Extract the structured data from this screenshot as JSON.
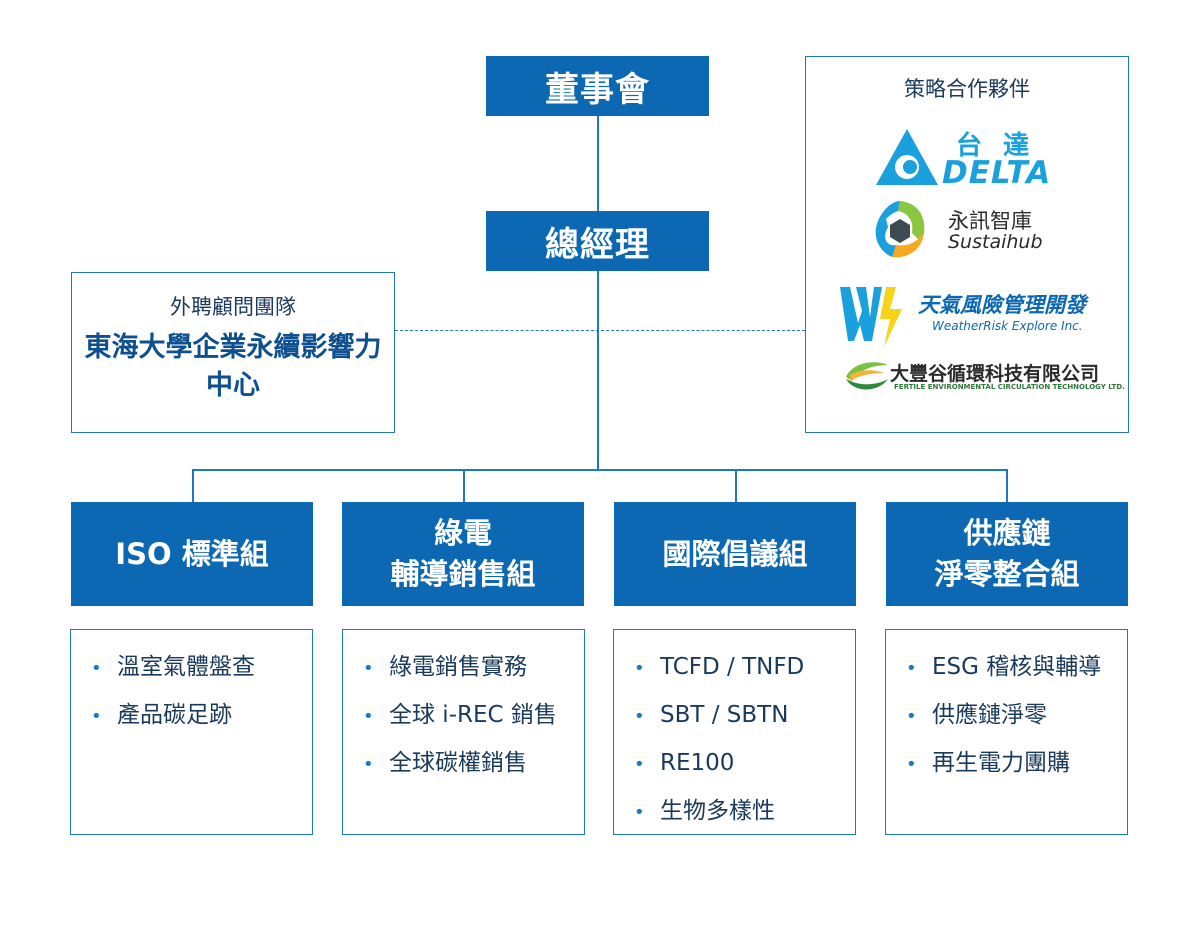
{
  "board": {
    "label": "董事會"
  },
  "gm": {
    "label": "總經理"
  },
  "consultant": {
    "label": "外聘顧問團隊",
    "name": "東海大學企業永續影響力中心"
  },
  "partners": {
    "label": "策略合作夥伴",
    "delta": {
      "zh": "台 達",
      "en": "DELTA"
    },
    "sustaihub": {
      "zh": "永訊智庫",
      "en": "Sustaihub"
    },
    "weatherrisk": {
      "zh": "天氣風險管理開發",
      "en": "WeatherRisk Explore Inc."
    },
    "fertile": {
      "zh": "大豐谷循環科技有限公司",
      "en": "FERTILE ENVIRONMENTAL CIRCULATION TECHNOLOGY LTD."
    }
  },
  "groups": [
    {
      "title_lines": [
        "ISO 標準組"
      ],
      "items": [
        "溫室氣體盤查",
        "產品碳足跡"
      ]
    },
    {
      "title_lines": [
        "綠電",
        "輔導銷售組"
      ],
      "items": [
        "綠電銷售實務",
        "全球 i-REC 銷售",
        "全球碳權銷售"
      ]
    },
    {
      "title_lines": [
        "國際倡議組"
      ],
      "items": [
        "TCFD / TNFD",
        "SBT / SBTN",
        "RE100",
        "生物多樣性"
      ]
    },
    {
      "title_lines": [
        "供應鏈",
        "淨零整合組"
      ],
      "items": [
        "ESG 稽核與輔導",
        "供應鏈淨零",
        "再生電力團購"
      ]
    }
  ],
  "colors": {
    "primary": "#0d68b3",
    "line": "#1f78c1",
    "text": "#1a3a5c"
  }
}
